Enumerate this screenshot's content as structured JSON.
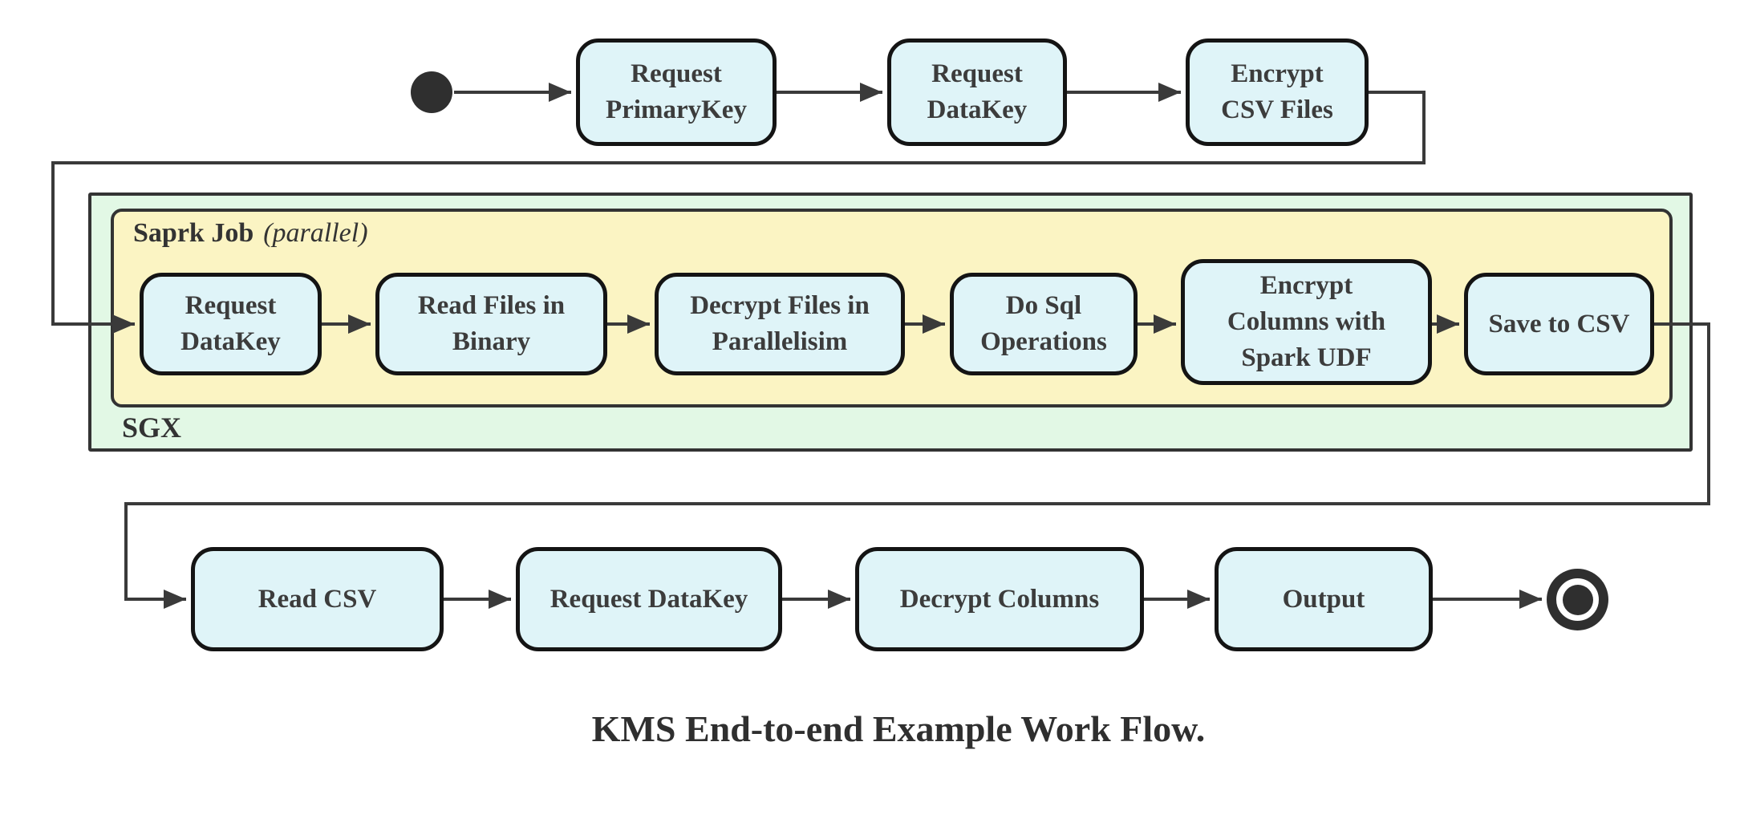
{
  "title": "KMS End-to-end Example Work Flow.",
  "colors": {
    "node_fill": "#dff4f8",
    "node_border": "#141414",
    "sgx_container_fill": "#e2f8e5",
    "spark_container_fill": "#fbf4c3",
    "container_border": "#333333",
    "edge": "#3a3a3a",
    "text": "#3c3c3c"
  },
  "top_row": {
    "nodes": [
      {
        "label": "Request\nPrimaryKey"
      },
      {
        "label": "Request\nDataKey"
      },
      {
        "label": "Encrypt\nCSV Files"
      }
    ]
  },
  "sgx": {
    "label": "SGX"
  },
  "spark": {
    "label_bold": "Saprk Job",
    "label_italic": "(parallel)",
    "nodes": [
      {
        "label": "Request\nDataKey"
      },
      {
        "label": "Read Files in\nBinary"
      },
      {
        "label": "Decrypt Files in\nParallelisim"
      },
      {
        "label": "Do Sql\nOperations"
      },
      {
        "label": "Encrypt\nColumns with\nSpark UDF"
      },
      {
        "label": "Save to CSV"
      }
    ]
  },
  "bottom_row": {
    "nodes": [
      {
        "label": "Read CSV"
      },
      {
        "label": "Request DataKey"
      },
      {
        "label": "Decrypt Columns"
      },
      {
        "label": "Output"
      }
    ]
  }
}
